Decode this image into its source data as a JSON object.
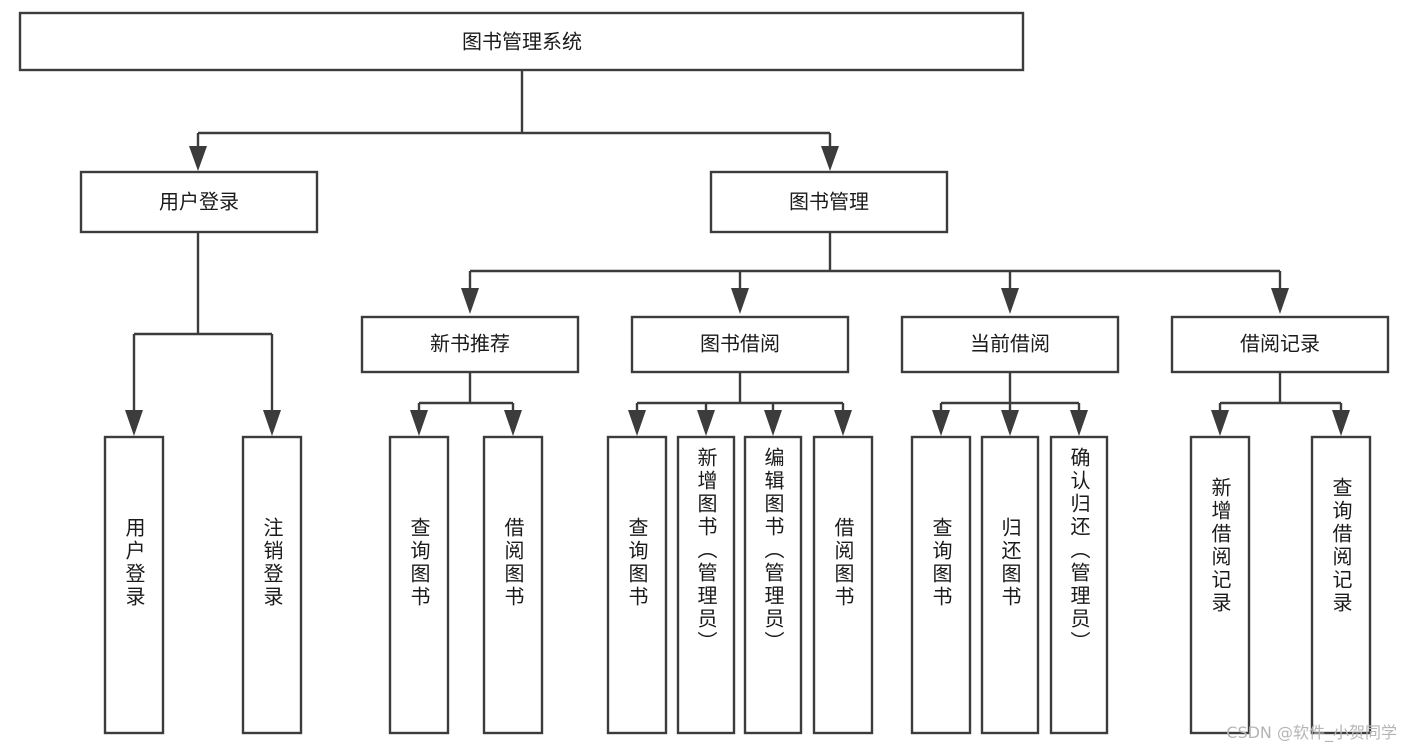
{
  "diagram": {
    "title": "图书管理系统",
    "type": "hierarchy-tree",
    "watermark": "CSDN @软件_小贺同学",
    "colors": {
      "background": "#ffffff",
      "stroke": "#3c3c3c",
      "text": "#1b1b1b",
      "watermark": "#b5b5b5"
    },
    "root": {
      "id": "root",
      "label": "图书管理系统",
      "orientation": "horizontal"
    },
    "level1": [
      {
        "id": "user-login",
        "label": "用户登录",
        "orientation": "horizontal"
      },
      {
        "id": "book-manage",
        "label": "图书管理",
        "orientation": "horizontal"
      }
    ],
    "level2": [
      {
        "id": "new-book-recommend",
        "label": "新书推荐",
        "orientation": "horizontal",
        "parent": "book-manage"
      },
      {
        "id": "book-borrow",
        "label": "图书借阅",
        "orientation": "horizontal",
        "parent": "book-manage"
      },
      {
        "id": "current-borrow",
        "label": "当前借阅",
        "orientation": "horizontal",
        "parent": "book-manage"
      },
      {
        "id": "borrow-record",
        "label": "借阅记录",
        "orientation": "horizontal",
        "parent": "book-manage"
      }
    ],
    "leaves": [
      {
        "id": "leaf-user-login",
        "label": "用户登录",
        "orientation": "vertical",
        "parent": "user-login"
      },
      {
        "id": "leaf-user-logout",
        "label": "注销登录",
        "orientation": "vertical",
        "parent": "user-login"
      },
      {
        "id": "leaf-query-book-1",
        "label": "查询图书",
        "orientation": "vertical",
        "parent": "new-book-recommend"
      },
      {
        "id": "leaf-borrow-book-1",
        "label": "借阅图书",
        "orientation": "vertical",
        "parent": "new-book-recommend"
      },
      {
        "id": "leaf-query-book-2",
        "label": "查询图书",
        "orientation": "vertical",
        "parent": "book-borrow"
      },
      {
        "id": "leaf-add-book",
        "label": "新增图书（管理员）",
        "orientation": "vertical",
        "parent": "book-borrow"
      },
      {
        "id": "leaf-edit-book",
        "label": "编辑图书（管理员）",
        "orientation": "vertical",
        "parent": "book-borrow"
      },
      {
        "id": "leaf-borrow-book-2",
        "label": "借阅图书",
        "orientation": "vertical",
        "parent": "book-borrow"
      },
      {
        "id": "leaf-query-book-3",
        "label": "查询图书",
        "orientation": "vertical",
        "parent": "current-borrow"
      },
      {
        "id": "leaf-return-book",
        "label": "归还图书",
        "orientation": "vertical",
        "parent": "current-borrow"
      },
      {
        "id": "leaf-confirm-return",
        "label": "确认归还（管理员）",
        "orientation": "vertical",
        "parent": "current-borrow"
      },
      {
        "id": "leaf-add-record",
        "label": "新增借阅记录",
        "orientation": "vertical",
        "parent": "borrow-record"
      },
      {
        "id": "leaf-query-record",
        "label": "查询借阅记录",
        "orientation": "vertical",
        "parent": "borrow-record"
      }
    ]
  }
}
